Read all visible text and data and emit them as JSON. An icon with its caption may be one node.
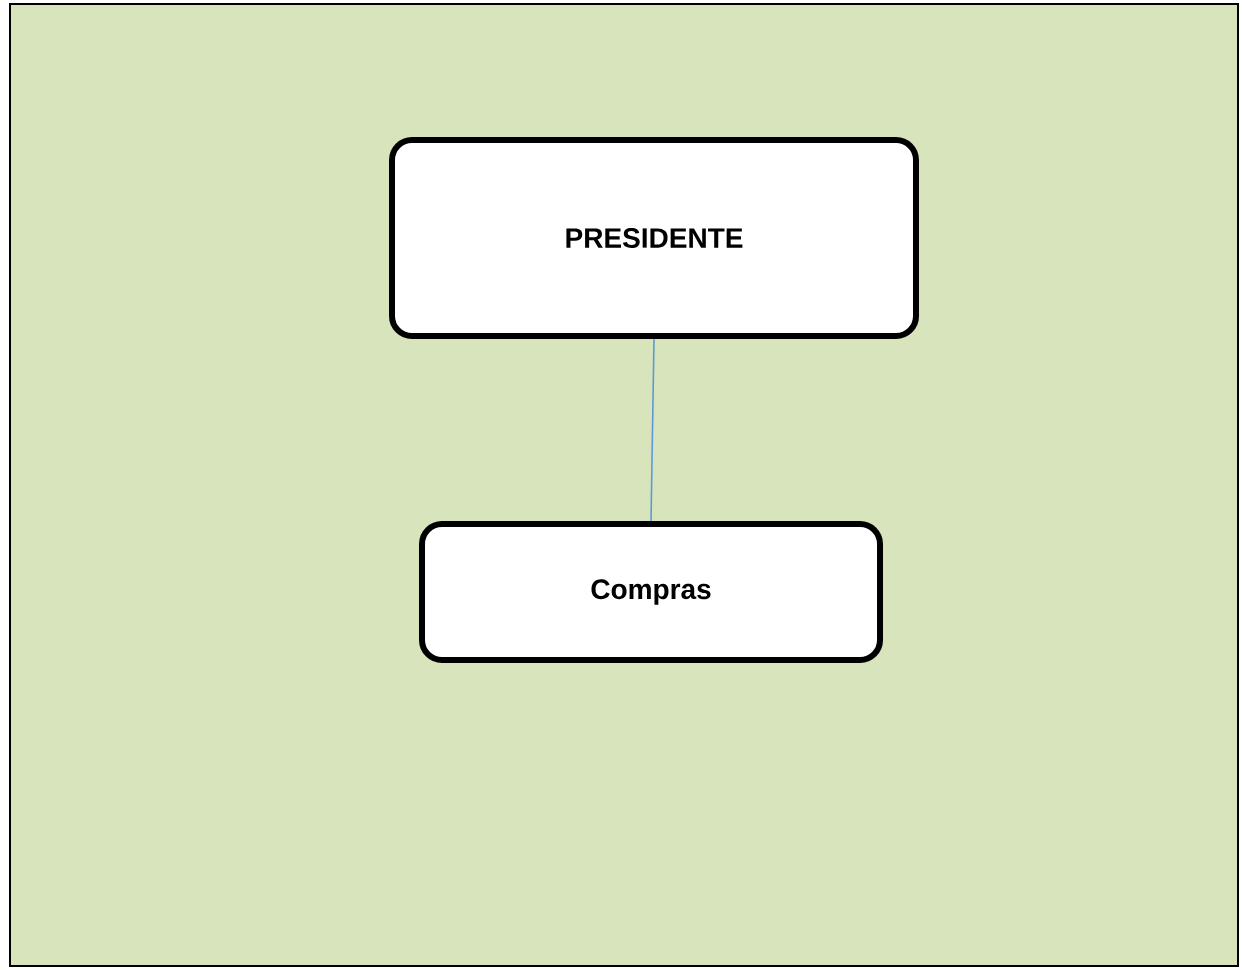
{
  "diagram": {
    "nodes": [
      {
        "text": [
          "PRESIDENTE"
        ]
      },
      {
        "text": [
          "Compras"
        ]
      }
    ],
    "edges": [
      {
        "from": 0,
        "to": 1,
        "arrow": "none",
        "color": "#5b9bd5"
      }
    ]
  }
}
